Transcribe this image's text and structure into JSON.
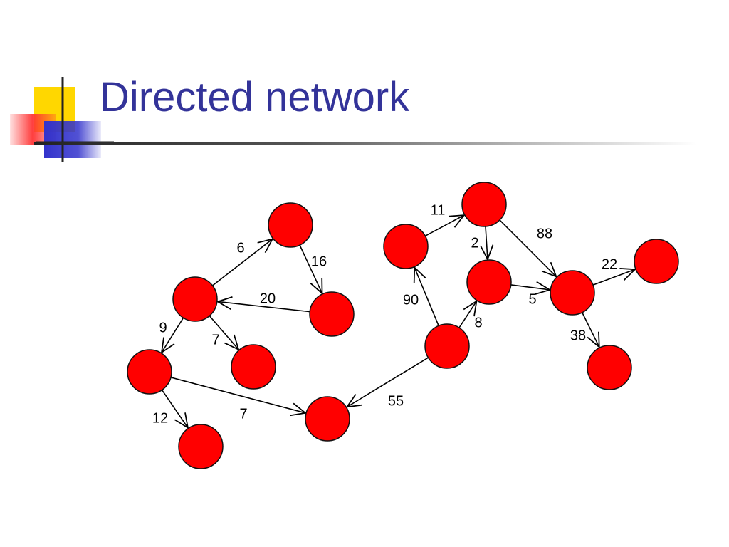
{
  "title": "Directed network",
  "colors": {
    "title": "#333399",
    "node_fill": "#ff0000",
    "node_stroke": "#111111",
    "edge": "#000000",
    "deco_yellow": "#ffd700",
    "deco_red": "#ff3333",
    "deco_blue": "#3333cc"
  },
  "diagram": {
    "nodes": [
      {
        "id": "n1"
      },
      {
        "id": "n2"
      },
      {
        "id": "n3"
      },
      {
        "id": "n4"
      },
      {
        "id": "n5"
      },
      {
        "id": "n6"
      },
      {
        "id": "n7"
      },
      {
        "id": "n8"
      },
      {
        "id": "n9"
      },
      {
        "id": "n10"
      },
      {
        "id": "n11"
      },
      {
        "id": "n12"
      },
      {
        "id": "n13"
      },
      {
        "id": "n14"
      },
      {
        "id": "n15"
      }
    ],
    "edges": [
      {
        "from": "n2",
        "to": "n1",
        "label": "6"
      },
      {
        "from": "n1",
        "to": "n3",
        "label": "16"
      },
      {
        "from": "n3",
        "to": "n2",
        "label": "20"
      },
      {
        "from": "n2",
        "to": "n5",
        "label": "9"
      },
      {
        "from": "n2",
        "to": "n4",
        "label": "7"
      },
      {
        "from": "n5",
        "to": "n6",
        "label": "12"
      },
      {
        "from": "n5",
        "to": "n7",
        "label": "7"
      },
      {
        "from": "n8",
        "to": "n7",
        "label": "55"
      },
      {
        "from": "n8",
        "to": "n9",
        "label": "90"
      },
      {
        "from": "n8",
        "to": "n10",
        "label": "8"
      },
      {
        "from": "n9",
        "to": "n11",
        "label": "11"
      },
      {
        "from": "n11",
        "to": "n10",
        "label": "2"
      },
      {
        "from": "n11",
        "to": "n12",
        "label": "88"
      },
      {
        "from": "n10",
        "to": "n12",
        "label": "5"
      },
      {
        "from": "n12",
        "to": "n13",
        "label": "22"
      },
      {
        "from": "n12",
        "to": "n14",
        "label": "38"
      }
    ]
  }
}
